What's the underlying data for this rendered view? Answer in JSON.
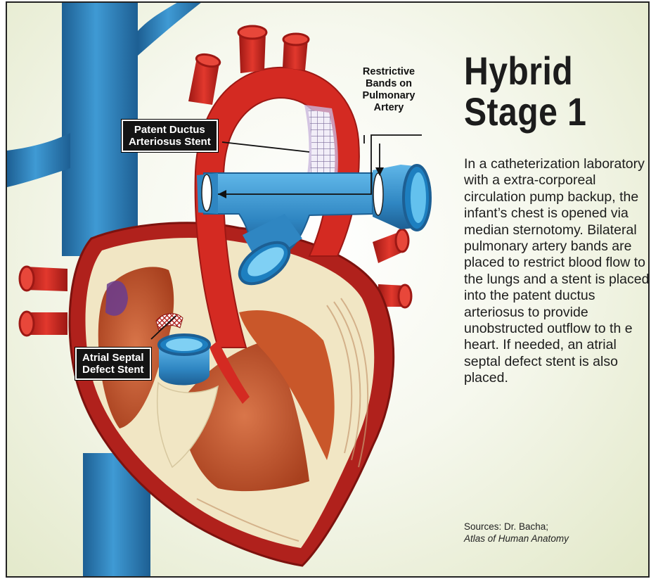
{
  "title": {
    "line1": "Hybrid",
    "line2": "Stage 1"
  },
  "description": "In a catheterization laboratory with a extra-corporeal circulation pump backup, the infant’s chest is opened via median sternotomy. Bilateral pulmonary artery bands are placed to restrict blood flow to the lungs and a stent is placed into the patent ductus arteriosus to provide unobstructed outflow to th e heart. If needed, an atrial septal defect stent is also placed.",
  "labels": {
    "restrictive_bands": [
      "Restrictive",
      "Bands on",
      "Pulmonary",
      "Artery"
    ],
    "pda_stent": [
      "Patent Ductus",
      "Arteriosus Stent"
    ],
    "asd_stent": [
      "Atrial Septal",
      "Defect Stent"
    ]
  },
  "sources": {
    "prefix": "Sources: Dr. Bacha;",
    "book": "Atlas of Human Anatomy"
  },
  "colors": {
    "vein_blue": "#2f86c2",
    "vein_blue_dark": "#1d5f93",
    "artery_red": "#d42a22",
    "artery_red_dark": "#9d1814",
    "heart_wall": "#b0211c",
    "muscle_tan": "#f1e6c4",
    "chamber_interior": "#c9572a",
    "callout_bg": "#141414"
  },
  "icons": [
    "heart-illustration",
    "stent-mesh-icon",
    "pulmonary-band-icon"
  ]
}
